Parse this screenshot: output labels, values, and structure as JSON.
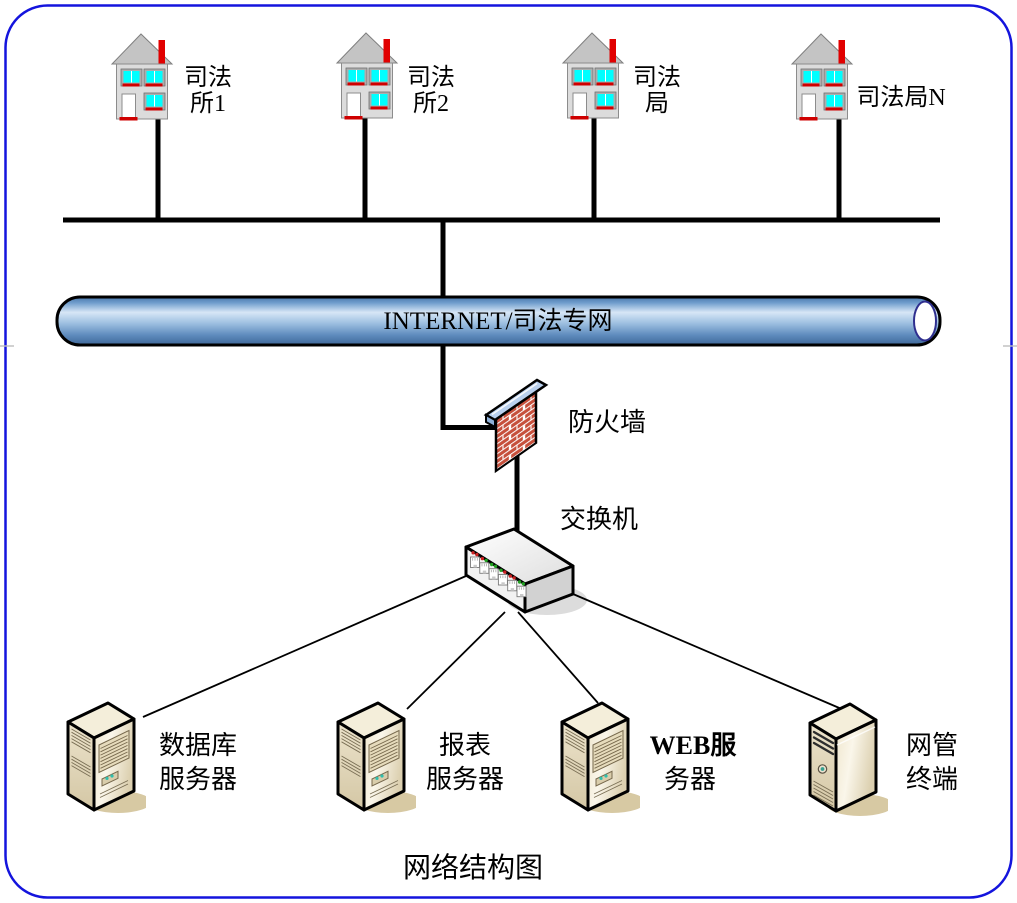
{
  "title": "网络结构图",
  "backbone": {
    "label": "INTERNET/司法专网"
  },
  "firewall": {
    "label": "防火墙"
  },
  "switch": {
    "label": "交换机"
  },
  "houses": [
    {
      "name": "judicial-office-1",
      "line1": "司法",
      "line2": "所1"
    },
    {
      "name": "judicial-office-2",
      "line1": "司法",
      "line2": "所2"
    },
    {
      "name": "judicial-bureau",
      "line1": "司法",
      "line2": "局"
    },
    {
      "name": "judicial-bureau-n",
      "line1": "司法局N",
      "line2": ""
    }
  ],
  "servers": [
    {
      "name": "database-server",
      "line1": "数据库",
      "line2": "服务器"
    },
    {
      "name": "report-server",
      "line1": "报表",
      "line2": "服务器"
    },
    {
      "name": "web-server",
      "line1": "WEB服",
      "line2": "务器"
    },
    {
      "name": "management-terminal",
      "line1": "网管",
      "line2": "终端"
    }
  ],
  "colors": {
    "border_blue": "#1414dd",
    "pipe_blue": "#6f9bc9",
    "pipe_highlight": "#d7e6f6",
    "brick_red": "#c6503c",
    "firewall_cap_blue": "#b9d0ee",
    "accent_red": "#dd0000",
    "window_cyan": "#00ffff",
    "led_red": "#cc2222",
    "led_green": "#22a022",
    "server_beige": "#e9dfc2",
    "line_black": "#000000"
  }
}
